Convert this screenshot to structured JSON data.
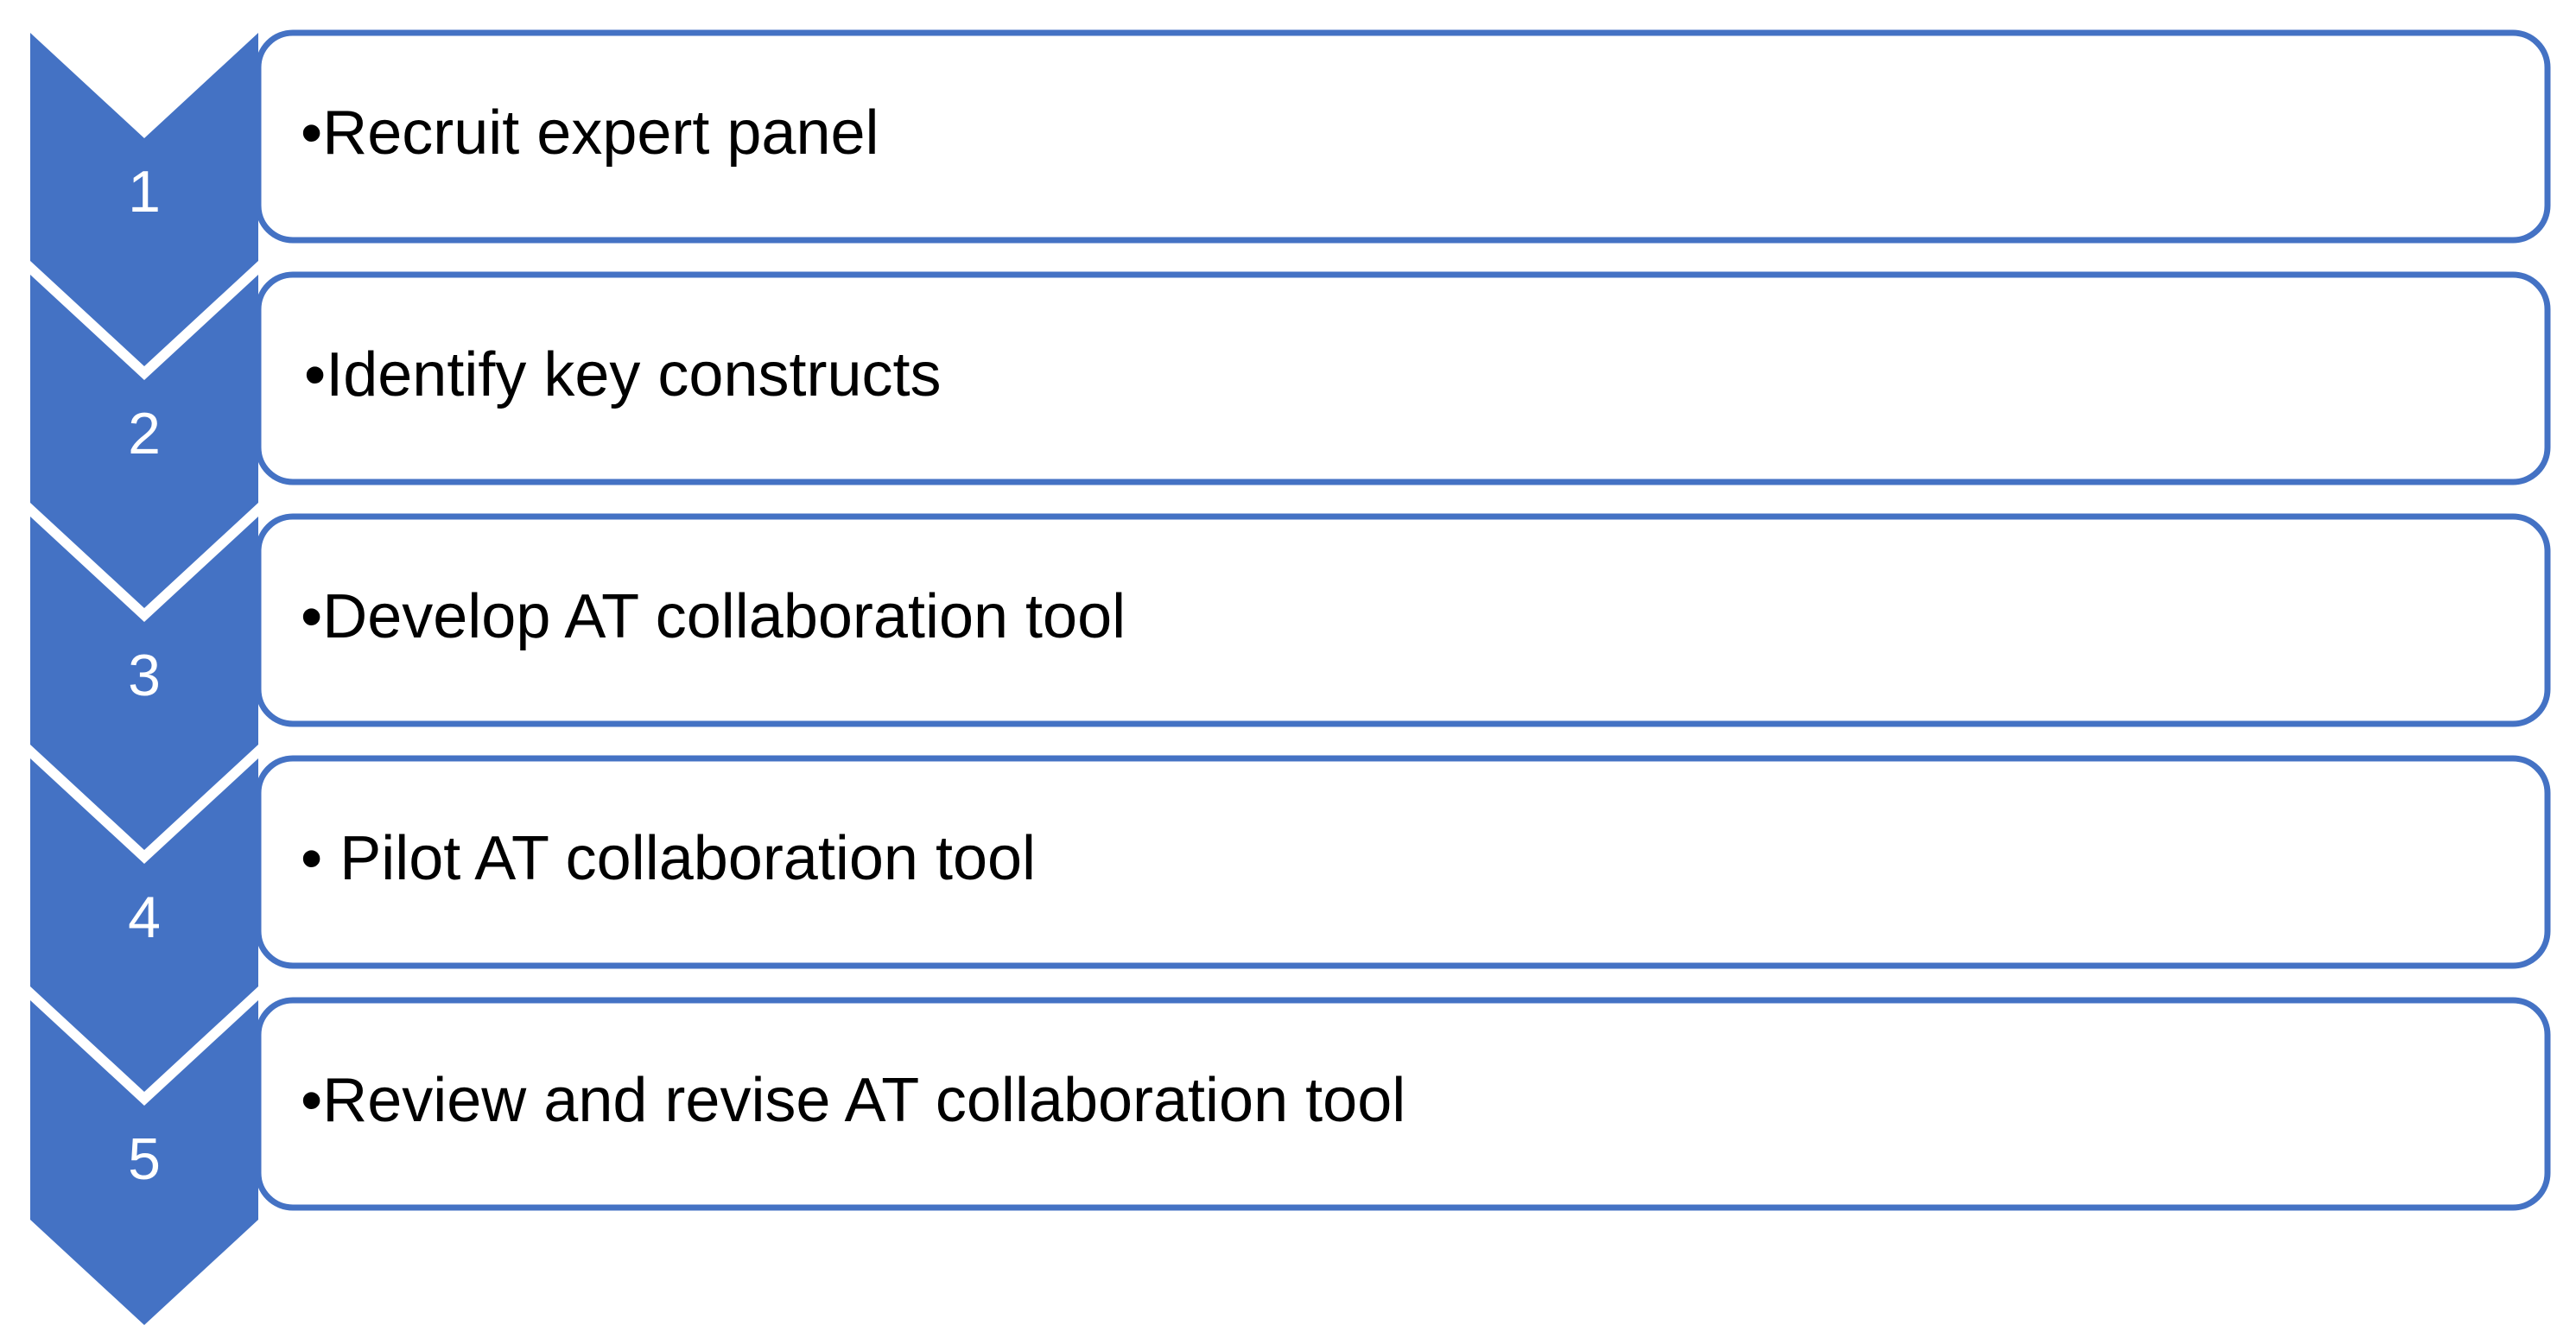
{
  "colors": {
    "accent": "#4472C4",
    "box_fill": "#FFFFFF",
    "text": "#000000",
    "number_text": "#FFFFFF"
  },
  "steps": [
    {
      "number": "1",
      "text": "•Recruit expert panel"
    },
    {
      "number": "2",
      "text": "•Identify key constructs"
    },
    {
      "number": "3",
      "text": "•Develop AT collaboration tool"
    },
    {
      "number": "4",
      "text": "• Pilot AT collaboration tool"
    },
    {
      "number": "5",
      "text": "•Review and revise AT collaboration tool"
    }
  ]
}
